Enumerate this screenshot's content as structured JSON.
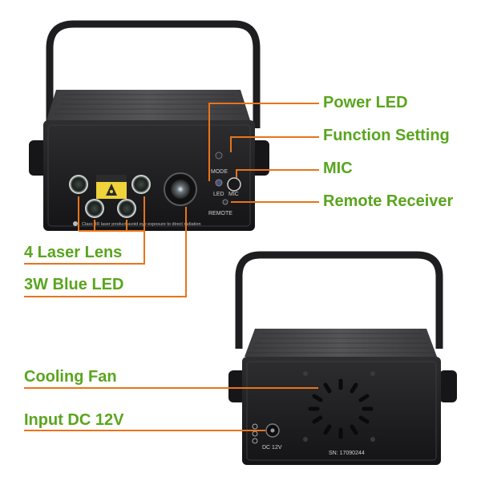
{
  "callouts": {
    "power_led": "Power LED",
    "function_setting": "Function Setting",
    "mic": "MIC",
    "remote_receiver": "Remote Receiver",
    "laser_lens": "4 Laser Lens",
    "blue_led": "3W Blue LED",
    "cooling_fan": "Cooling Fan",
    "input_dc": "Input DC 12V"
  },
  "panel_labels": {
    "mode": "MODE",
    "led": "LED",
    "mic": "MIC",
    "remote": "REMOTE",
    "dc": "DC 12V",
    "serial": "SN: 17090244",
    "warning_strip": "Class 3R laser product avoid eye exposure to direct radiation"
  },
  "colors": {
    "callout_text": "#5aa51e",
    "callout_line": "#e8741c",
    "device_body": "#1c1c1e"
  },
  "icons": [
    "laser-warning-icon",
    "polarity-icon"
  ]
}
